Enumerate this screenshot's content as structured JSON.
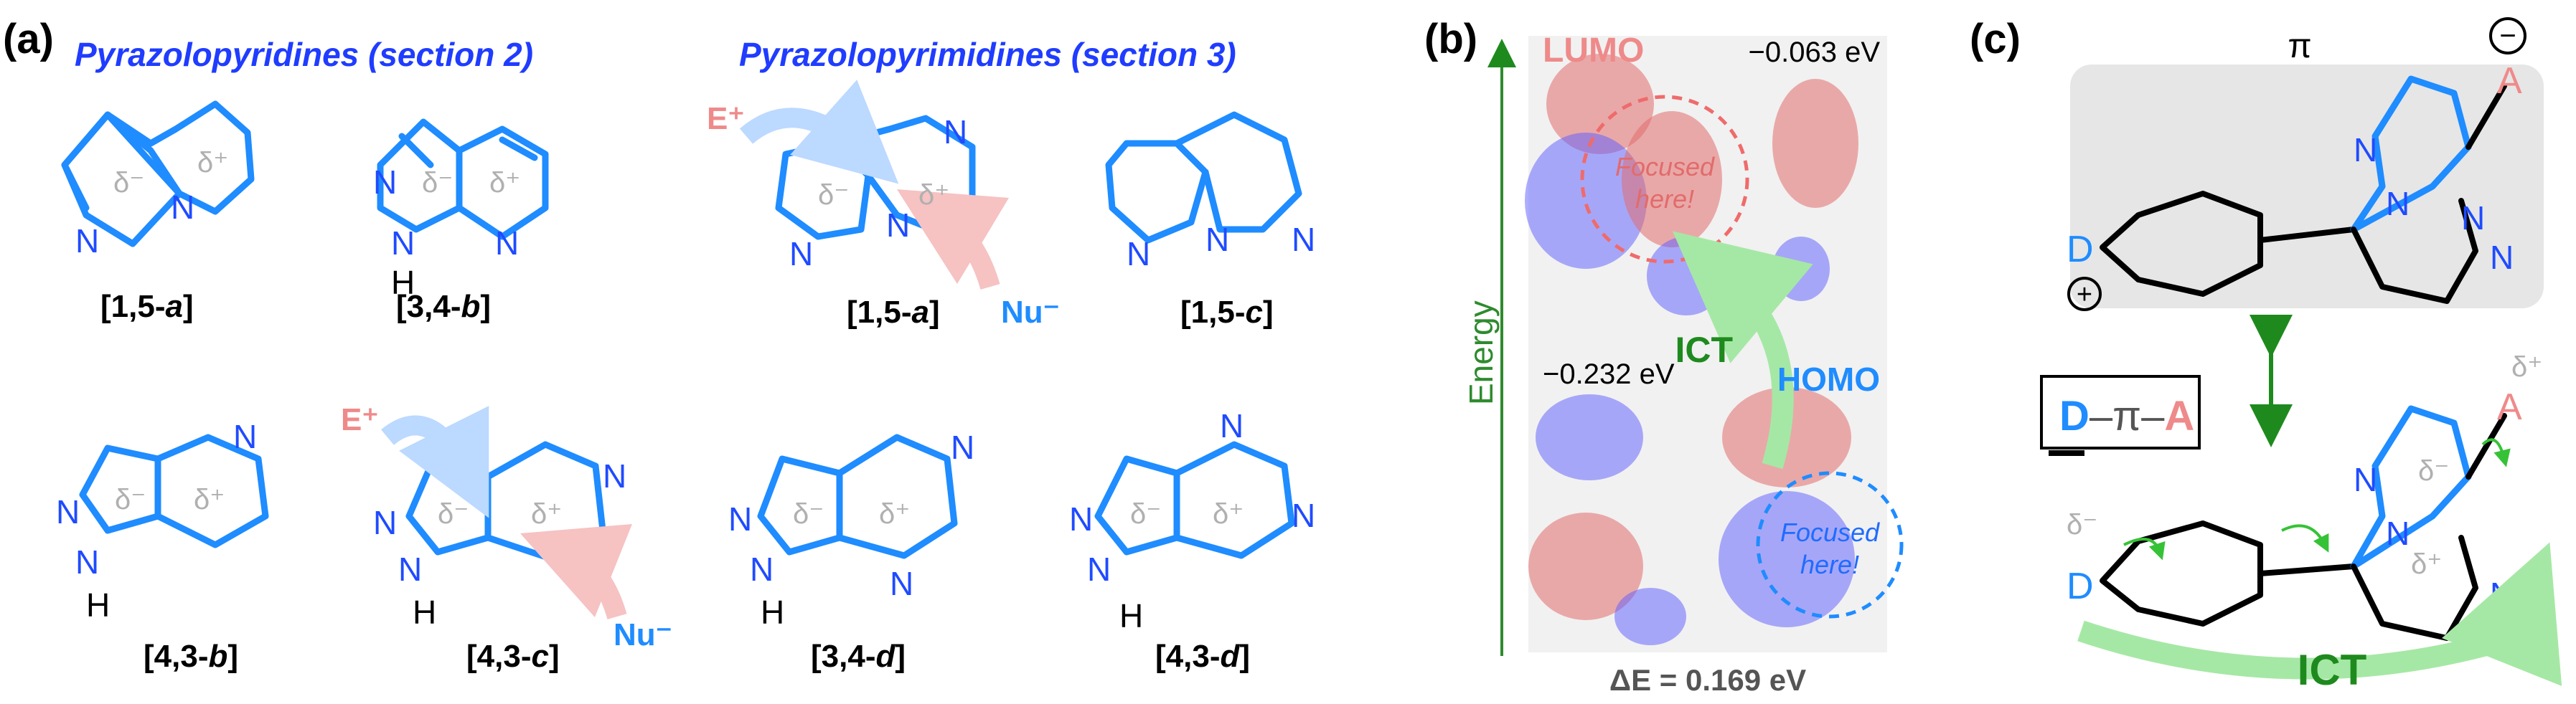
{
  "panel_a": {
    "label": "(a)",
    "heading_left": "Pyrazolopyridines (section 2)",
    "heading_right": "Pyrazolopyrimidines (section 3)",
    "delta_minus": "δ⁻",
    "delta_plus": "δ⁺",
    "atom_N": "N",
    "atom_H": "H",
    "electrophile": "E⁺",
    "nucleophile": "Nu⁻",
    "structures": [
      {
        "name_prefix": "[1,5-",
        "name_italic": "a",
        "name_suffix": "]"
      },
      {
        "name_prefix": "[3,4-",
        "name_italic": "b",
        "name_suffix": "]"
      },
      {
        "name_prefix": "[1,5-",
        "name_italic": "a",
        "name_suffix": "]"
      },
      {
        "name_prefix": "[1,5-",
        "name_italic": "c",
        "name_suffix": "]"
      },
      {
        "name_prefix": "[4,3-",
        "name_italic": "b",
        "name_suffix": "]"
      },
      {
        "name_prefix": "[4,3-",
        "name_italic": "c",
        "name_suffix": "]"
      },
      {
        "name_prefix": "[3,4-",
        "name_italic": "d",
        "name_suffix": "]"
      },
      {
        "name_prefix": "[4,3-",
        "name_italic": "d",
        "name_suffix": "]"
      }
    ]
  },
  "panel_b": {
    "label": "(b)",
    "lumo_label": "LUMO",
    "lumo_energy": "−0.063 eV",
    "homo_label": "HOMO",
    "homo_energy": "−0.232 eV",
    "focused_text_1": "Focused",
    "focused_text_2": "here!",
    "ict_label": "ICT",
    "axis_label": "Energy",
    "delta_e": "ΔE = 0.169 eV",
    "colors": {
      "lumo": "#e26b6b",
      "homo": "#1f8cff",
      "ict": "#2fb52f",
      "axis": "#2e8b2e"
    }
  },
  "panel_c": {
    "label": "(c)",
    "pi_label": "π",
    "donor": "D",
    "acceptor": "A",
    "plus": "+",
    "minus": "−",
    "atom_N": "N",
    "legend_D": "D",
    "legend_pi": "–π–",
    "legend_A": "A",
    "delta_minus": "δ⁻",
    "delta_plus": "δ⁺",
    "ict_label": "ICT",
    "colors": {
      "donor": "#1f8cff",
      "acceptor": "#ef8a8a",
      "ict": "#2fb52f",
      "arrow": "#1e8a1e"
    }
  }
}
